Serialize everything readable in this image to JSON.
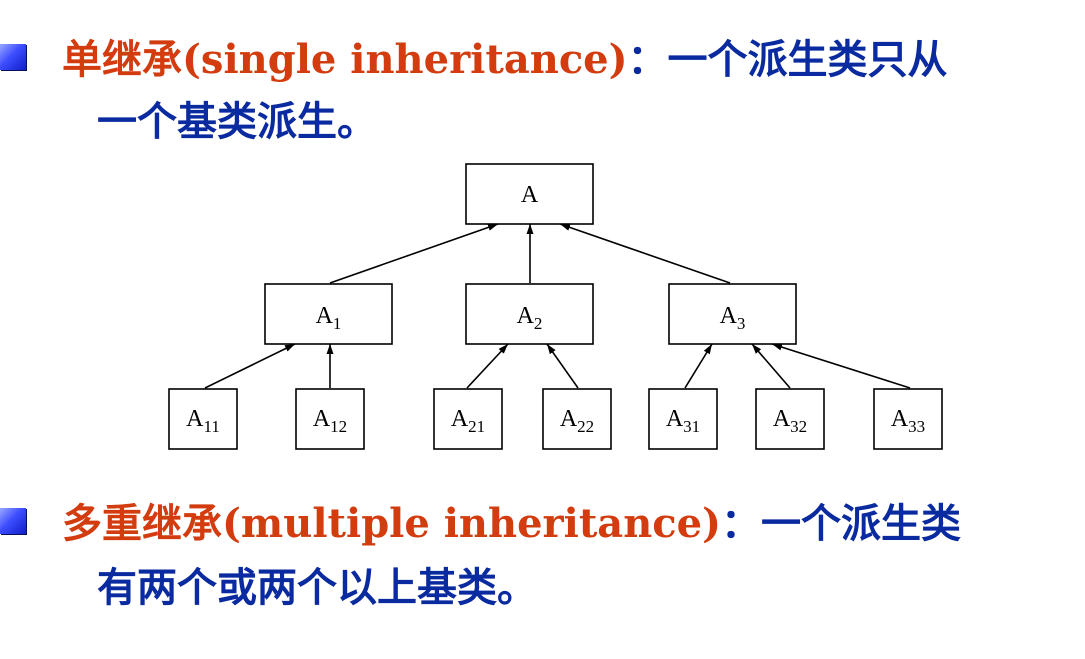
{
  "section1": {
    "term": "单继承(single inheritance)",
    "colon": "：",
    "desc_line1": "一个派生类只从",
    "desc_line2": "一个基类派生。"
  },
  "section2": {
    "term": "多重继承(multiple inheritance)",
    "colon": "：",
    "desc_line1": "一个派生类",
    "desc_line2": "有两个或两个以上基类。"
  },
  "diagram": {
    "root": {
      "base": "A",
      "sub": ""
    },
    "level1": [
      {
        "base": "A",
        "sub": "1"
      },
      {
        "base": "A",
        "sub": "2"
      },
      {
        "base": "A",
        "sub": "3"
      }
    ],
    "level2": [
      {
        "base": "A",
        "sub": "11",
        "parent": 0
      },
      {
        "base": "A",
        "sub": "12",
        "parent": 0
      },
      {
        "base": "A",
        "sub": "21",
        "parent": 1
      },
      {
        "base": "A",
        "sub": "22",
        "parent": 1
      },
      {
        "base": "A",
        "sub": "31",
        "parent": 2
      },
      {
        "base": "A",
        "sub": "32",
        "parent": 2
      },
      {
        "base": "A",
        "sub": "33",
        "parent": 2
      }
    ]
  },
  "colors": {
    "term": "#d23c0e",
    "desc": "#0a2aa0",
    "bullet": "#2a3cff"
  },
  "icons": {
    "bullet": "square-bullet-icon"
  }
}
